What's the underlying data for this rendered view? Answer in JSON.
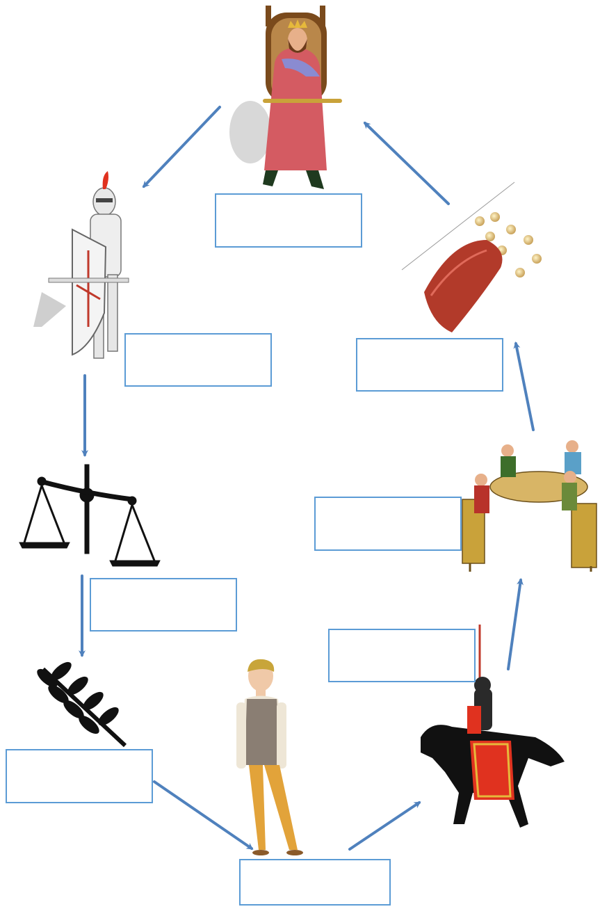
{
  "diagram": {
    "nodes": [
      {
        "id": "king",
        "icon": "king-on-throne-icon",
        "label": ""
      },
      {
        "id": "knight",
        "icon": "knight-with-shield-icon",
        "label": ""
      },
      {
        "id": "justice",
        "icon": "balance-scale-icon",
        "label": ""
      },
      {
        "id": "crops",
        "icon": "wheat-branch-icon",
        "label": ""
      },
      {
        "id": "peasant",
        "icon": "peasant-man-icon",
        "label": ""
      },
      {
        "id": "mounted",
        "icon": "mounted-knight-icon",
        "label": ""
      },
      {
        "id": "council",
        "icon": "round-table-council-icon",
        "label": ""
      },
      {
        "id": "taxes",
        "icon": "money-bag-coins-icon",
        "label": ""
      }
    ],
    "edges": [
      {
        "from": "king",
        "to": "knight"
      },
      {
        "from": "knight",
        "to": "justice"
      },
      {
        "from": "justice",
        "to": "crops"
      },
      {
        "from": "crops",
        "to": "peasant"
      },
      {
        "from": "peasant",
        "to": "mounted"
      },
      {
        "from": "mounted",
        "to": "council"
      },
      {
        "from": "council",
        "to": "taxes"
      },
      {
        "from": "taxes",
        "to": "king"
      }
    ],
    "colors": {
      "arrow": "#4f81bd",
      "box_border": "#5b9bd5"
    }
  }
}
